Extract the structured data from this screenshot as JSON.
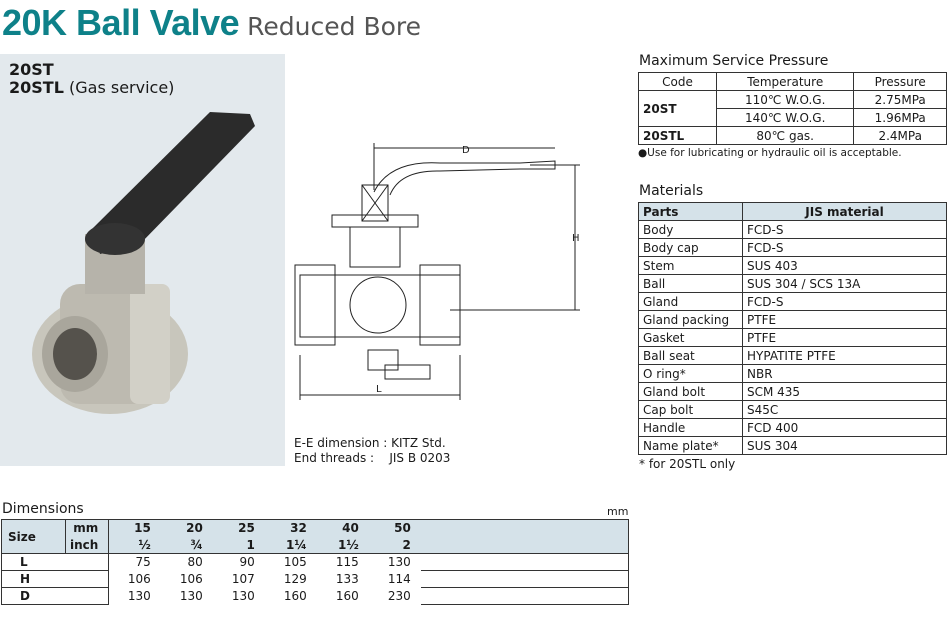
{
  "title": {
    "main": "20K Ball Valve",
    "sub": "Reduced Bore"
  },
  "models": {
    "m1": "20ST",
    "m2_code": "20STL",
    "m2_note": "(Gas service)"
  },
  "drawing": {
    "labels": {
      "d": "D",
      "h": "H",
      "l": "L"
    },
    "ee": "E-E dimension : KITZ Std.",
    "threads": "End threads :    JIS B 0203"
  },
  "pressure": {
    "title": "Maximum Service Pressure",
    "headers": [
      "Code",
      "Temperature",
      "Pressure"
    ],
    "rows": [
      {
        "code": "20ST",
        "temp": "110℃ W.O.G.",
        "p": "2.75MPa"
      },
      {
        "temp": "140℃ W.O.G.",
        "p": "1.96MPa"
      },
      {
        "code": "20STL",
        "temp": "80℃ gas.",
        "p": "2.4MPa"
      }
    ],
    "note": "●Use for lubricating or hydraulic oil is acceptable."
  },
  "materials": {
    "title": "Materials",
    "headers": [
      "Parts",
      "JIS material"
    ],
    "rows": [
      [
        "Body",
        "FCD-S"
      ],
      [
        "Body cap",
        "FCD-S"
      ],
      [
        "Stem",
        "SUS 403"
      ],
      [
        "Ball",
        "SUS 304 / SCS 13A"
      ],
      [
        "Gland",
        "FCD-S"
      ],
      [
        "Gland packing",
        "PTFE"
      ],
      [
        "Gasket",
        "PTFE"
      ],
      [
        "Ball seat",
        "HYPATITE PTFE"
      ],
      [
        "O ring*",
        "NBR"
      ],
      [
        "Gland bolt",
        "SCM 435"
      ],
      [
        "Cap bolt",
        "S45C"
      ],
      [
        "Handle",
        "FCD 400"
      ],
      [
        "Name plate*",
        "SUS 304"
      ]
    ],
    "note": "* for 20STL only"
  },
  "dimensions": {
    "title": "Dimensions",
    "unit": "mm",
    "size": "Size",
    "mm": "mm",
    "inch": "inch",
    "mm_vals": [
      "15",
      "20",
      "25",
      "32",
      "40",
      "50"
    ],
    "inch_vals": [
      "½",
      "¾",
      "1",
      "1¼",
      "1½",
      "2"
    ],
    "rows": [
      {
        "k": "L",
        "v": [
          "75",
          "80",
          "90",
          "105",
          "115",
          "130"
        ]
      },
      {
        "k": "H",
        "v": [
          "106",
          "106",
          "107",
          "129",
          "133",
          "114"
        ]
      },
      {
        "k": "D",
        "v": [
          "130",
          "130",
          "130",
          "160",
          "160",
          "230"
        ]
      }
    ]
  }
}
